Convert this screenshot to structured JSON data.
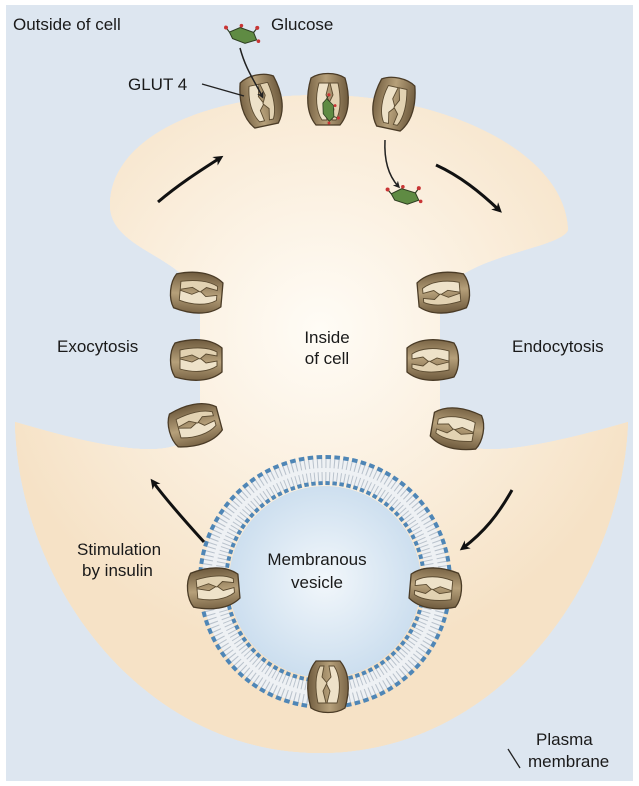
{
  "labels": {
    "outside": "Outside of cell",
    "glucose": "Glucose",
    "glut4": "GLUT 4",
    "inside_line1": "Inside",
    "inside_line2": "of cell",
    "exocytosis": "Exocytosis",
    "endocytosis": "Endocytosis",
    "stimulation_line1": "Stimulation",
    "stimulation_line2": "by insulin",
    "vesicle_line1": "Membranous",
    "vesicle_line2": "vesicle",
    "plasma_line1": "Plasma",
    "plasma_line2": "membrane"
  },
  "colors": {
    "background": "#dde6f0",
    "cytoplasm": "#f9e7d0",
    "cytoplasm_center": "#fffaf2",
    "vesicle_lumen": "#cfe0ef",
    "bilayer": "#eef1f4",
    "lipid_head": "#4f86b6",
    "transporter": "#b09974",
    "transporter_light": "#e9dcc4",
    "transporter_dark": "#6b5a3e",
    "glucose": "#6a8a4a",
    "arrow": "#111111"
  },
  "icons": [
    "glucose-molecule-icon",
    "glut4-transporter-icon",
    "cycle-arrow-icon"
  ]
}
